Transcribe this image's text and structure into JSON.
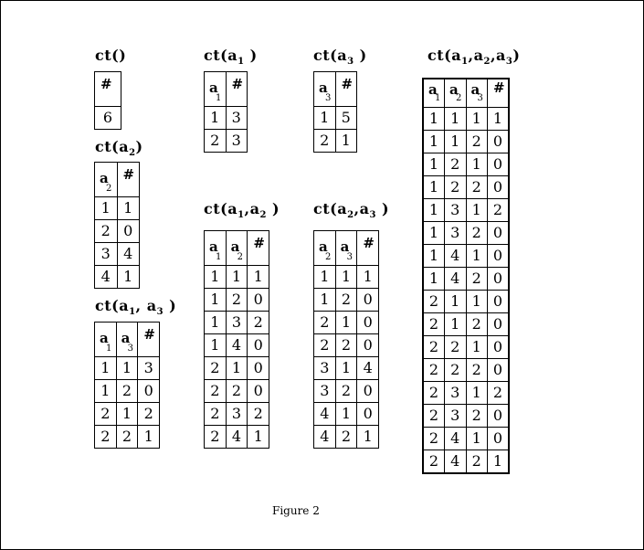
{
  "figure_caption": "Figure 2",
  "tables": [
    {
      "id": "ct",
      "title_base": "ct(",
      "title_vars": [],
      "title_end": ")",
      "columns": [],
      "counts": [
        "6"
      ],
      "rows": [
        [
          "6"
        ]
      ]
    },
    {
      "id": "ct-a1",
      "title_base": "ct(",
      "title_vars": [
        "1"
      ],
      "title_end": " )",
      "columns": [
        "1"
      ],
      "rows": [
        [
          "1",
          "3"
        ],
        [
          "2",
          "3"
        ]
      ]
    },
    {
      "id": "ct-a3",
      "title_base": "ct(",
      "title_vars": [
        "3"
      ],
      "title_end": " )",
      "columns": [
        "3"
      ],
      "rows": [
        [
          "1",
          "5"
        ],
        [
          "2",
          "1"
        ]
      ]
    },
    {
      "id": "ct-a2",
      "title_base": "ct(",
      "title_vars": [
        "2"
      ],
      "title_end": ")",
      "columns": [
        "2"
      ],
      "rows": [
        [
          "1",
          "1"
        ],
        [
          "2",
          "0"
        ],
        [
          "3",
          "4"
        ],
        [
          "4",
          "1"
        ]
      ]
    },
    {
      "id": "ct-a1-a2",
      "title_base": "ct(",
      "title_vars": [
        "1",
        "2"
      ],
      "title_end": " )",
      "columns": [
        "1",
        "2"
      ],
      "rows": [
        [
          "1",
          "1",
          "1"
        ],
        [
          "1",
          "2",
          "0"
        ],
        [
          "1",
          "3",
          "2"
        ],
        [
          "1",
          "4",
          "0"
        ],
        [
          "2",
          "1",
          "0"
        ],
        [
          "2",
          "2",
          "0"
        ],
        [
          "2",
          "3",
          "2"
        ],
        [
          "2",
          "4",
          "1"
        ]
      ]
    },
    {
      "id": "ct-a2-a3",
      "title_base": "ct(",
      "title_vars": [
        "2",
        "3"
      ],
      "title_end": " )",
      "columns": [
        "2",
        "3"
      ],
      "rows": [
        [
          "1",
          "1",
          "1"
        ],
        [
          "1",
          "2",
          "0"
        ],
        [
          "2",
          "1",
          "0"
        ],
        [
          "2",
          "2",
          "0"
        ],
        [
          "3",
          "1",
          "4"
        ],
        [
          "3",
          "2",
          "0"
        ],
        [
          "4",
          "1",
          "0"
        ],
        [
          "4",
          "2",
          "1"
        ]
      ]
    },
    {
      "id": "ct-a1-a3",
      "title_base": "ct(",
      "title_vars": [
        "1",
        "3"
      ],
      "title_end": " )",
      "columns": [
        "1",
        "3"
      ],
      "rows": [
        [
          "1",
          "1",
          "3"
        ],
        [
          "1",
          "2",
          "0"
        ],
        [
          "2",
          "1",
          "2"
        ],
        [
          "2",
          "2",
          "1"
        ]
      ]
    },
    {
      "id": "ct-a1-a2-a3",
      "title_base": "ct(",
      "title_vars": [
        "1",
        "2",
        "3"
      ],
      "title_end": ")",
      "columns": [
        "1",
        "2",
        "3"
      ],
      "rows": [
        [
          "1",
          "1",
          "1",
          "1"
        ],
        [
          "1",
          "1",
          "2",
          "0"
        ],
        [
          "1",
          "2",
          "1",
          "0"
        ],
        [
          "1",
          "2",
          "2",
          "0"
        ],
        [
          "1",
          "3",
          "1",
          "2"
        ],
        [
          "1",
          "3",
          "2",
          "0"
        ],
        [
          "1",
          "4",
          "1",
          "0"
        ],
        [
          "1",
          "4",
          "2",
          "0"
        ],
        [
          "2",
          "1",
          "1",
          "0"
        ],
        [
          "2",
          "1",
          "2",
          "0"
        ],
        [
          "2",
          "2",
          "1",
          "0"
        ],
        [
          "2",
          "2",
          "2",
          "0"
        ],
        [
          "2",
          "3",
          "1",
          "2"
        ],
        [
          "2",
          "3",
          "2",
          "0"
        ],
        [
          "2",
          "4",
          "1",
          "0"
        ],
        [
          "2",
          "4",
          "2",
          "1"
        ]
      ]
    }
  ],
  "labels": {
    "var_letter": "a",
    "count_symbol": "#"
  }
}
